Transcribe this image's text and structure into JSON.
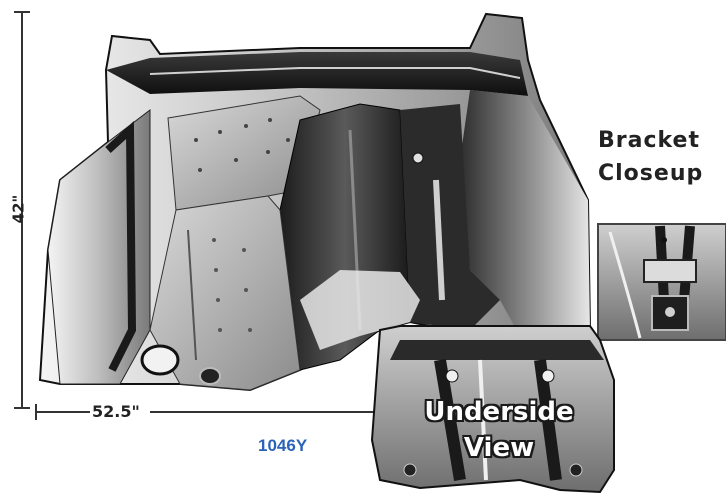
{
  "dimensions": {
    "height_label": "42\"",
    "width_label": "52.5\""
  },
  "part_number": "1046Y",
  "bracket_inset": {
    "caption_line1": "Bracket",
    "caption_line2": "Closeup"
  },
  "underside_inset": {
    "caption_line1": "Underside",
    "caption_line2": "View"
  }
}
